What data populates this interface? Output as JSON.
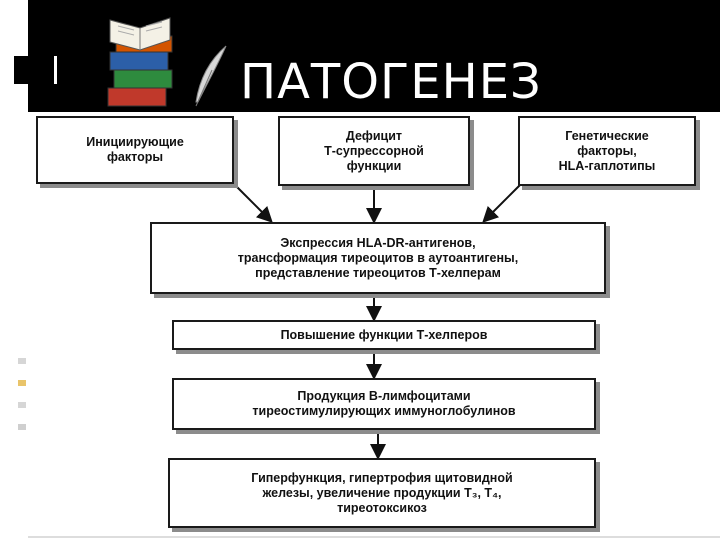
{
  "slide": {
    "title": "ПАТОГЕНЕЗ"
  },
  "flowchart": {
    "top_boxes": [
      "Инициирующие\nфакторы",
      "Дефицит\nТ-супрессорной\nфункции",
      "Генетические\nфакторы,\nHLA-гаплотипы"
    ],
    "steps": [
      "Экспрессия HLA-DR-антигенов,\nтрансформация тиреоцитов в аутоантигены,\nпредставление тиреоцитов Т-хелперам",
      "Повышение функции Т-хелперов",
      "Продукция В-лимфоцитами\nтиреостимулирующих иммуноглобулинов",
      "Гиперфункция, гипертрофия щитовидной\nжелезы, увеличение продукции Т₃, Т₄,\nтиреотоксикоз"
    ]
  }
}
